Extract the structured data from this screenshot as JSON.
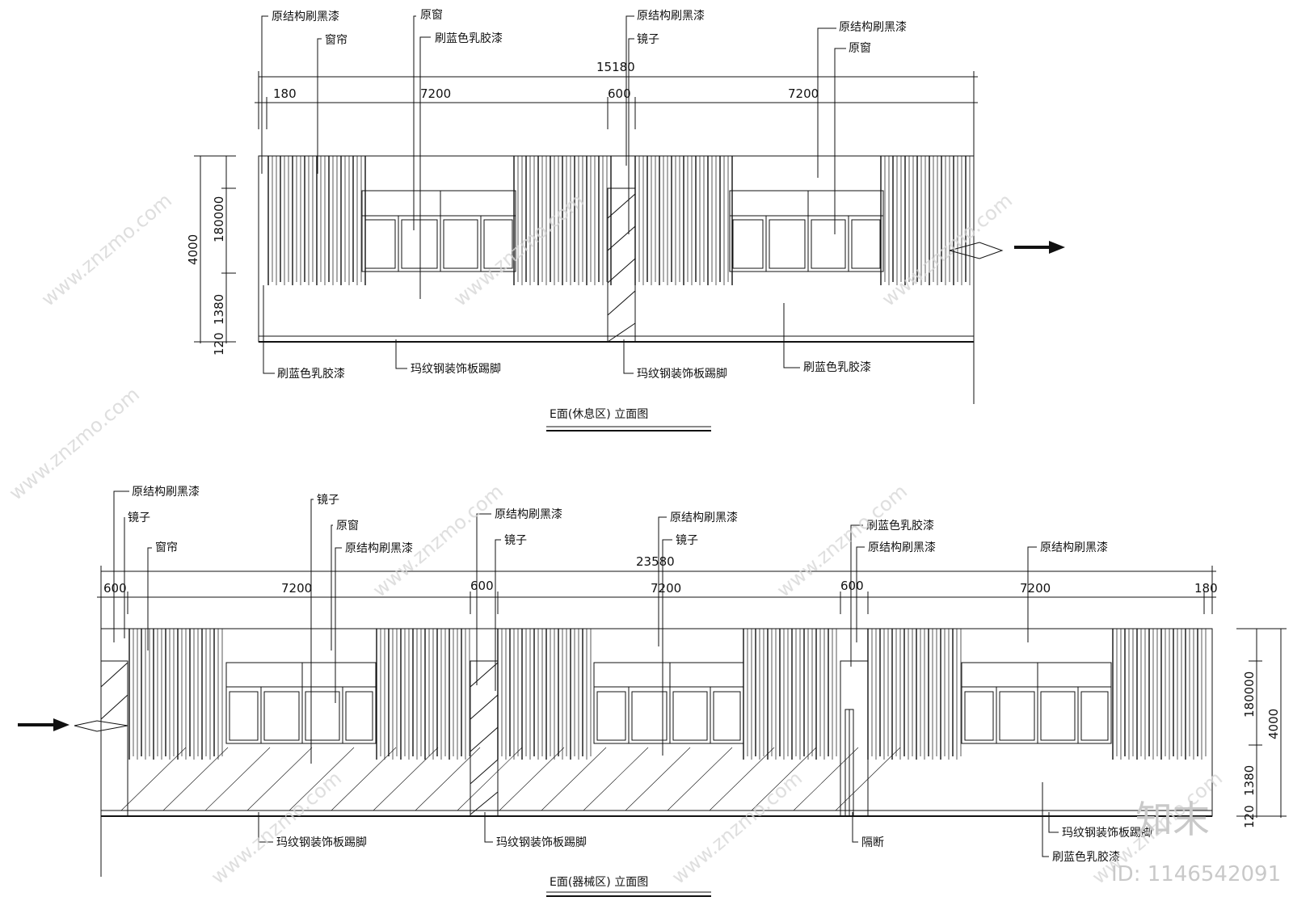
{
  "drawing1": {
    "title": "E面(休息区) 立面图",
    "overall_dim": "15180",
    "segment_dims": [
      "180",
      "7200",
      "600",
      "7200"
    ],
    "height_dims": [
      "4000",
      "180000",
      "1380",
      "120"
    ],
    "labels": {
      "black_paint_1": "原结构刷黑漆",
      "curtain": "窗帘",
      "orig_window_1": "原窗",
      "blue_latex_1": "刷蓝色乳胶漆",
      "black_paint_2": "原结构刷黑漆",
      "mirror": "镜子",
      "black_paint_3": "原结构刷黑漆",
      "orig_window_2": "原窗",
      "blue_latex_left": "刷蓝色乳胶漆",
      "skirting_1": "玛纹钢装饰板踢脚",
      "skirting_2": "玛纹钢装饰板踢脚",
      "blue_latex_right": "刷蓝色乳胶漆"
    }
  },
  "drawing2": {
    "title": "E面(器械区) 立面图",
    "overall_dim": "23580",
    "segment_dims": [
      "600",
      "7200",
      "600",
      "7200",
      "600",
      "7200",
      "180"
    ],
    "height_dims": [
      "180000",
      "4000",
      "1380",
      "120"
    ],
    "labels": {
      "black_paint_1": "原结构刷黑漆",
      "mirror_1": "镜子",
      "curtain": "窗帘",
      "mirror_2": "镜子",
      "orig_window": "原窗",
      "black_paint_2": "原结构刷黑漆",
      "black_paint_3": "原结构刷黑漆",
      "mirror_3": "镜子",
      "black_paint_4": "原结构刷黑漆",
      "mirror_4": "镜子",
      "blue_latex_1": "刷蓝色乳胶漆",
      "black_paint_5": "原结构刷黑漆",
      "black_paint_6": "原结构刷黑漆",
      "skirting_1": "玛纹钢装饰板踢脚",
      "skirting_2": "玛纹钢装饰板踢脚",
      "partition": "隔断",
      "skirting_3": "玛纹钢装饰板踢脚",
      "blue_latex_2": "刷蓝色乳胶漆"
    }
  },
  "watermark": {
    "site": "www.znzmo.com",
    "brand": "知末",
    "id": "ID: 1146542091"
  }
}
